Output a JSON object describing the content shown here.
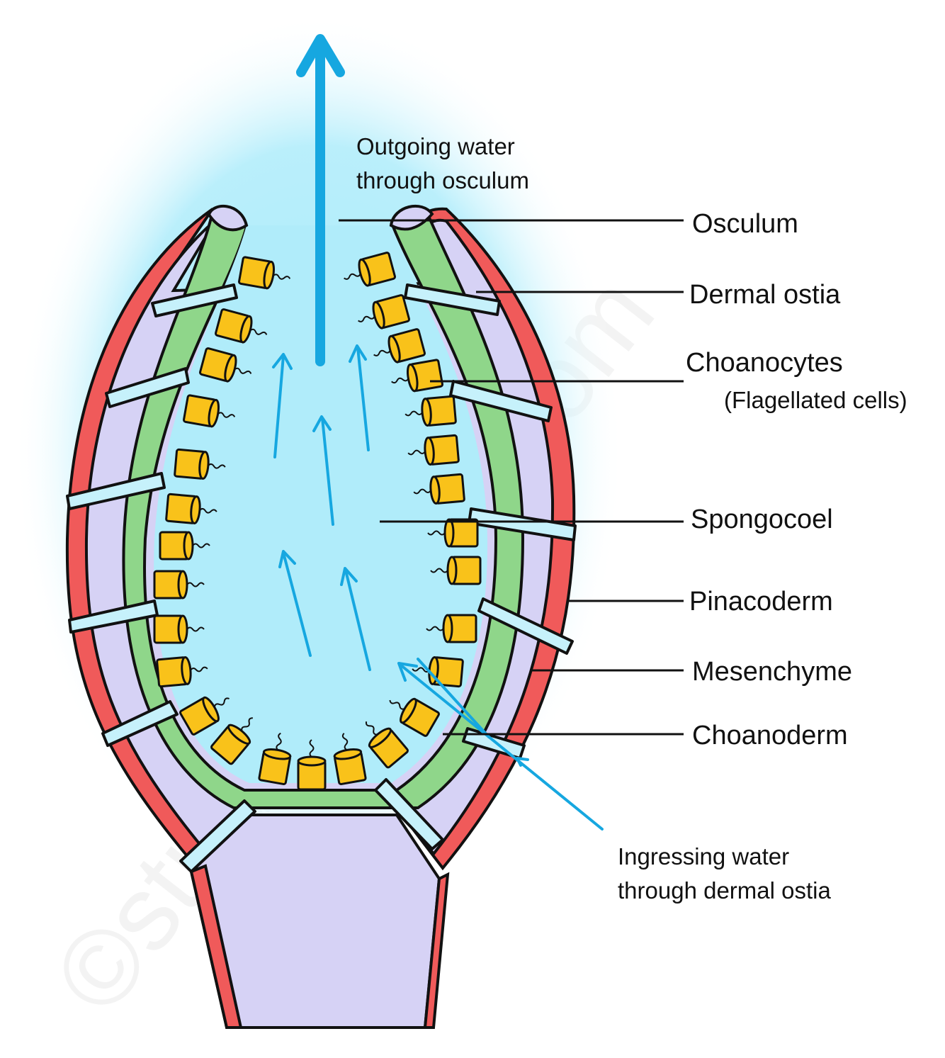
{
  "diagram": {
    "watermark": "©studiestoday.com",
    "callouts": {
      "outgoing_line1": "Outgoing water",
      "outgoing_line2": "through osculum",
      "ingress_line1": "Ingressing water",
      "ingress_line2": "through dermal ostia"
    },
    "labels": {
      "osculum": "Osculum",
      "dermal_ostia": "Dermal ostia",
      "choanocytes": "Choanocytes",
      "choanocytes_note": "(Flagellated cells)",
      "spongocoel": "Spongocoel",
      "pinacoderm": "Pinacoderm",
      "mesenchyme": "Mesenchyme",
      "choanoderm": "Choanoderm"
    },
    "colors": {
      "pinacoderm": "#f05a5a",
      "mesenchyme": "#d6d2f5",
      "choanoderm": "#8fd68a",
      "choanocyte": "#f9c21a",
      "spongocoel_water": "#b0ecfa",
      "water_flow": "#16a7e0",
      "outline": "#111111"
    }
  }
}
